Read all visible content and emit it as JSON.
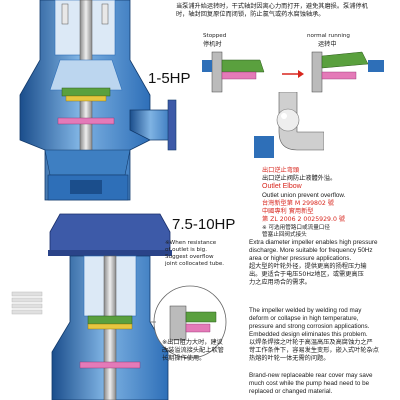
{
  "top_text": {
    "line1": "当泵浦升始运转时，干式轴封因离心力而打开，避免其磨损。泵浦停机",
    "line2": "时，轴封回复原位而闭锁，防止氯气或药水腐蚀轴承。"
  },
  "labels": {
    "hp1": "1-5HP",
    "hp2": "7.5-10HP"
  },
  "seal": {
    "stopped_en": "Stopped",
    "stopped_cn": "停机时",
    "running_en": "normal running",
    "running_cn": "运转中"
  },
  "elbow": {
    "cn1": "出口逆止弯頭",
    "cn2": "出口逆止阀防止液體外溢。",
    "en1": "Outlet Elbow",
    "en2": "Outlet union prevent overflow.",
    "patent1": "台灣新型第 M 299802 號",
    "patent2": "中國專利 實用新型",
    "patent3": "第 ZL 2006 2 0025929.0 號",
    "note1": "※ 可选用管路口或流量口径",
    "note2": "管塞止回阀式接头"
  },
  "bellows_note": {
    "l1": "※When resistance",
    "l2": "of outlet is big.",
    "l3": "Suggest overflow",
    "l4": "joint collocated tube.",
    "cn1": "※出口阻力大时，建议",
    "cn2": "改装溢流接头配上软管",
    "cn3": "长期操作使用。"
  },
  "impeller": {
    "en1": "Extra diameter impeller enables high pressure",
    "en2": "discharge. More suitable for frequency 50Hz",
    "en3": "area or higher pressure applications.",
    "cn1": "超大型的叶轮外径，提供更高的扬程压力输",
    "cn2": "出。更适合于电压50Hz地区，或需更高压",
    "cn3": "力之应用场合的需求。"
  },
  "weld": {
    "en1": "The impeller welded by welding rod may",
    "en2": "deform or collapse in high temperature,",
    "en3": "pressure and strong corrosion applications.",
    "en4": "Embedded design eliminates this problem.",
    "cn1": "以焊条焊接之叶轮于高温高压及高腐蚀力之严",
    "cn2": "苛工作条件下，容易发生变形，嵌入式叶轮杂点",
    "cn3": "热熔的叶轮一体无需的问题。"
  },
  "cover": {
    "en1": "Brand-new replaceable rear cover may save",
    "en2": "much cost while the pump head need to be",
    "en3": "replaced or changed material."
  },
  "colors": {
    "casing_blue": "#2e6fb8",
    "casing_light": "#7fb3e3",
    "casing_dark": "#1b4e8c",
    "flange": "#3d5aa8",
    "green_part": "#5aa03e",
    "red": "#d8261d"
  }
}
